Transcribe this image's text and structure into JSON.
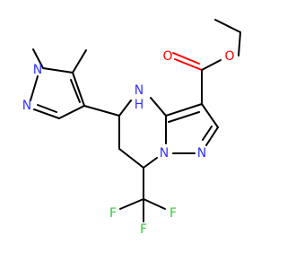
{
  "molecule": {
    "atoms": {
      "N_methyl_pyrazole": "N",
      "N_pyrazole_top": "N",
      "N_H_ring_N": "N",
      "N_H_ring_H": "H",
      "O_carbonyl": "O",
      "O_ester": "O",
      "N_bridge": "N",
      "N_pyrazole_right": "N",
      "F_left": "F",
      "F_top": "F",
      "F_right": "F"
    },
    "colors": {
      "carbon_bond": "#000000",
      "nitrogen": "#3333ff",
      "oxygen": "#ff0000",
      "fluorine": "#33cc33",
      "background": "#ffffff"
    }
  }
}
